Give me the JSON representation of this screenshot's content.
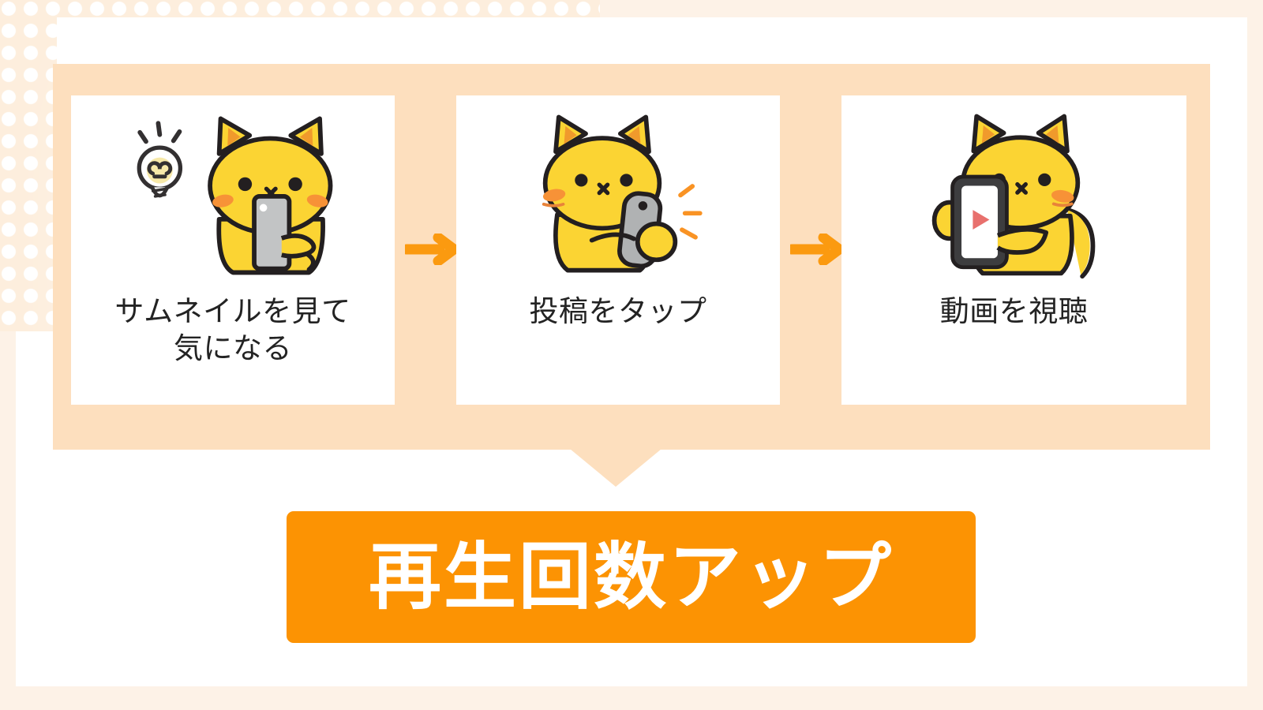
{
  "theme": {
    "frame_color": "#fdf2e7",
    "panel_color": "#fddfbe",
    "accent_orange": "#fc9303",
    "arrow_orange": "#fb9a10",
    "cat_yellow": "#fbd433",
    "cat_outline": "#231f20",
    "blush_orange": "#f79237",
    "phone_gray": "#b0b2b3",
    "text_dark": "#232323",
    "card_white": "#ffffff"
  },
  "flow": {
    "steps": [
      {
        "index": "1",
        "label": "サムネイルを見て\n気になる",
        "art_name": "cat-with-lightbulb-looking-at-phone",
        "icons": [
          "lightbulb-icon",
          "smartphone-icon",
          "cat-character"
        ]
      },
      {
        "index": "2",
        "label": "投稿をタップ",
        "art_name": "cat-tapping-phone",
        "icons": [
          "smartphone-icon",
          "tap-effect-icon",
          "cat-character"
        ]
      },
      {
        "index": "3",
        "label": "動画を視聴",
        "art_name": "cat-watching-video-on-phone",
        "icons": [
          "smartphone-icon",
          "play-button-icon",
          "cat-character"
        ]
      }
    ],
    "connector_icon": "arrow-right-icon",
    "downward_connector_icon": "arrow-down-triangle-icon"
  },
  "result": {
    "label": "再生回数アップ"
  }
}
